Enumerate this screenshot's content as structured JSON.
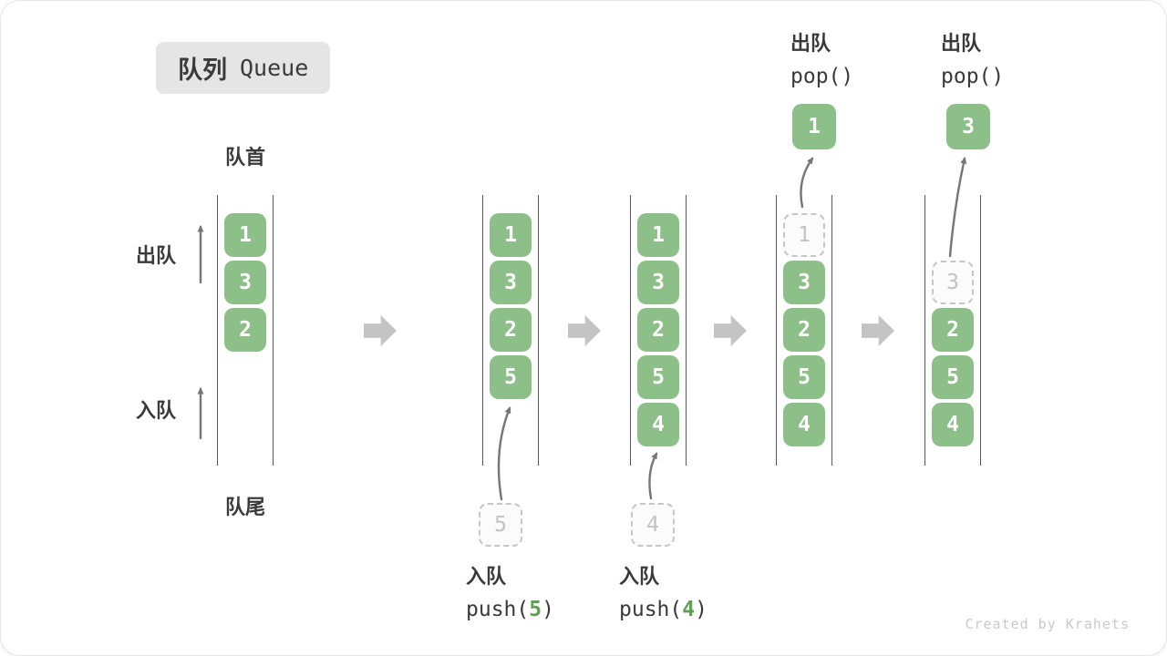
{
  "title_badge": {
    "zh": "队列",
    "en": "Queue"
  },
  "side_labels": {
    "front": "队首",
    "rear": "队尾",
    "dequeue": "出队",
    "enqueue": "入队"
  },
  "colors": {
    "item_green": "#8dbf88",
    "accent_green": "#5fa052",
    "label_dark": "#3a3a3a",
    "ghost_gray": "#c6c6c6",
    "flow_arrow": "#c4c4c4",
    "thin_arrow": "#767676",
    "badge_bg": "#e5e5e5",
    "watermark_gray": "#c9c9c9"
  },
  "states": [
    {
      "slots": [
        {
          "t": "item",
          "v": "1"
        },
        {
          "t": "item",
          "v": "3"
        },
        {
          "t": "item",
          "v": "2"
        }
      ]
    },
    {
      "slots": [
        {
          "t": "item",
          "v": "1"
        },
        {
          "t": "item",
          "v": "3"
        },
        {
          "t": "item",
          "v": "2"
        },
        {
          "t": "item",
          "v": "5"
        }
      ],
      "enqueue": {
        "label": "入队",
        "code_pre": "push(",
        "arg": "5",
        "code_suf": ")",
        "source_value": "5"
      }
    },
    {
      "slots": [
        {
          "t": "item",
          "v": "1"
        },
        {
          "t": "item",
          "v": "3"
        },
        {
          "t": "item",
          "v": "2"
        },
        {
          "t": "item",
          "v": "5"
        },
        {
          "t": "item",
          "v": "4"
        }
      ],
      "enqueue": {
        "label": "入队",
        "code_pre": "push(",
        "arg": "4",
        "code_suf": ")",
        "source_value": "4"
      }
    },
    {
      "slots": [
        {
          "t": "ghost",
          "v": "1"
        },
        {
          "t": "item",
          "v": "3"
        },
        {
          "t": "item",
          "v": "2"
        },
        {
          "t": "item",
          "v": "5"
        },
        {
          "t": "item",
          "v": "4"
        }
      ],
      "dequeue": {
        "label": "出队",
        "code": "pop()",
        "popped_value": "1"
      }
    },
    {
      "slots": [
        {
          "t": "empty",
          "v": ""
        },
        {
          "t": "ghost",
          "v": "3"
        },
        {
          "t": "item",
          "v": "2"
        },
        {
          "t": "item",
          "v": "5"
        },
        {
          "t": "item",
          "v": "4"
        }
      ],
      "dequeue": {
        "label": "出队",
        "code": "pop()",
        "popped_value": "3"
      }
    }
  ],
  "watermark": "Created by Krahets"
}
